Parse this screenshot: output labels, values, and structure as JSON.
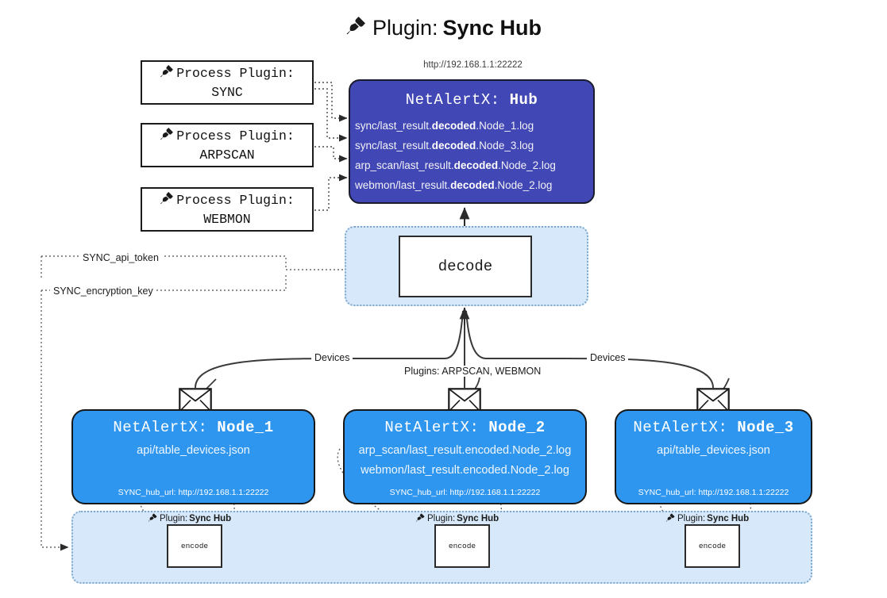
{
  "title": {
    "icon": "plug-icon",
    "prefix": "Plugin: ",
    "name": "Sync Hub"
  },
  "hub": {
    "url": "http://192.168.1.1:22222",
    "title_prefix": "NetAlertX: ",
    "title_name": "Hub",
    "lines": [
      {
        "pre": "sync/last_result.",
        "em": "decoded",
        "post": ".Node_1.log"
      },
      {
        "pre": "sync/last_result.",
        "em": "decoded",
        "post": ".Node_3.log"
      },
      {
        "pre": "arp_scan/last_result.",
        "em": "decoded",
        "post": ".Node_2.log"
      },
      {
        "pre": "webmon/last_result.",
        "em": "decoded",
        "post": ".Node_2.log"
      }
    ],
    "color": "#4147b4"
  },
  "process_plugins": [
    {
      "icon": "plug-icon",
      "label": "Process Plugin:",
      "name": "SYNC"
    },
    {
      "icon": "plug-icon",
      "label": "Process Plugin:",
      "name": "ARPSCAN"
    },
    {
      "icon": "plug-icon",
      "label": "Process Plugin:",
      "name": "WEBMON"
    }
  ],
  "decode": {
    "label": "decode",
    "container_color": "#d6e8fa"
  },
  "edge_labels": {
    "sync_api_token": "SYNC_api_token",
    "sync_encryption_key": "SYNC_encryption_key",
    "devices_left": "Devices",
    "devices_right": "Devices",
    "plugins_center": "Plugins: ARPSCAN, WEBMON"
  },
  "nodes": [
    {
      "title_prefix": "NetAlertX: ",
      "title_name": "Node_1",
      "lines": [
        "api/table_devices.json"
      ],
      "footer": "SYNC_hub_url: http://192.168.1.1:22222",
      "icon": "envelope-icon"
    },
    {
      "title_prefix": "NetAlertX: ",
      "title_name": "Node_2",
      "lines": [
        "arp_scan/last_result.encoded.Node_2.log",
        "webmon/last_result.encoded.Node_2.log"
      ],
      "footer": "SYNC_hub_url: http://192.168.1.1:22222",
      "icon": "envelope-icon"
    },
    {
      "title_prefix": "NetAlertX: ",
      "title_name": "Node_3",
      "lines": [
        "api/table_devices.json"
      ],
      "footer": "SYNC_hub_url: http://192.168.1.1:22222",
      "icon": "envelope-icon"
    }
  ],
  "encode_row": {
    "plugin_prefix": "Plugin: ",
    "plugin_name": "Sync Hub",
    "box_label": "encode",
    "container_color": "#d6e8fa"
  },
  "colors": {
    "hub": "#4147b4",
    "node": "#2f96ef",
    "light_blue": "#d6e8fa",
    "stroke": "#2b2b2b"
  }
}
